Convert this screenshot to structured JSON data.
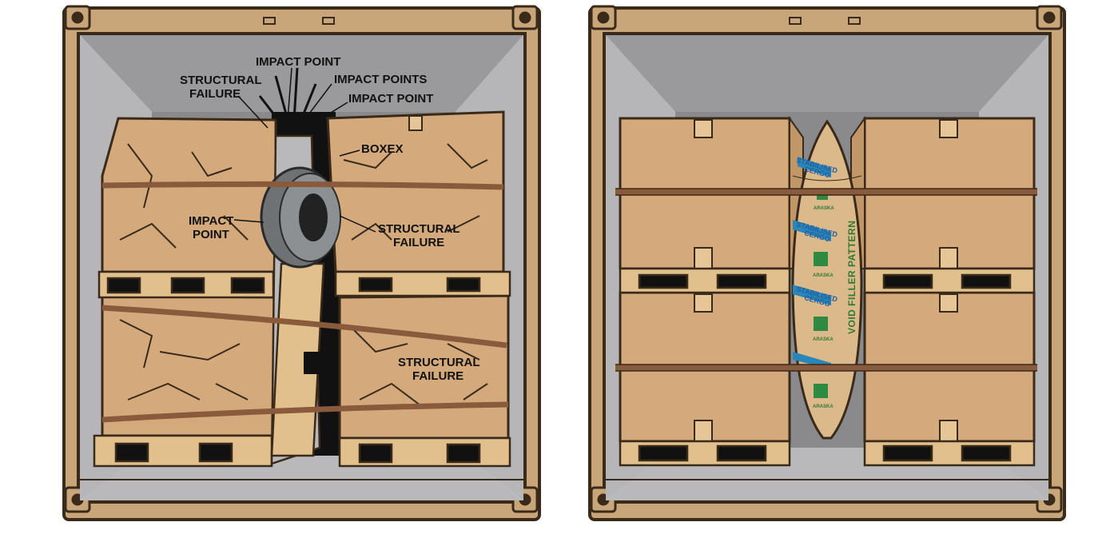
{
  "left_panel": {
    "labels": {
      "impact_point_top": "IMPACT POINT",
      "structural_failure_top_1": "STRUCTURAL",
      "structural_failure_top_2": "FAILURE",
      "impact_points": "IMPACT POINTS",
      "impact_point_right": "IMPACT POINT",
      "boxex": "BOXEX",
      "impact_point_mid_1": "IMPACT",
      "impact_point_mid_2": "POINT",
      "structural_failure_mid_1": "STRUCTURAL",
      "structural_failure_mid_2": "FAILURE",
      "structural_failure_low_1": "STRUCTURAL",
      "structural_failure_low_2": "FAILURE"
    }
  },
  "right_panel": {
    "void_filler": {
      "side_text": "VOID FILLER PATTERN",
      "print_title_1": "STABILISED",
      "print_title_2": "CERGO",
      "print_small": "ARASKA"
    }
  },
  "colors": {
    "container_frame": "#c9a57a",
    "container_outline": "#3a2a1a",
    "container_wall": "#8a8a8c",
    "cardboard": "#d4aa7d",
    "pallet_wood": "#e2c08e",
    "strap": "#8a5a3c",
    "airbag": "#dcb98a",
    "airbag_blue": "#2a86b8",
    "airbag_green": "#2d8a40"
  }
}
